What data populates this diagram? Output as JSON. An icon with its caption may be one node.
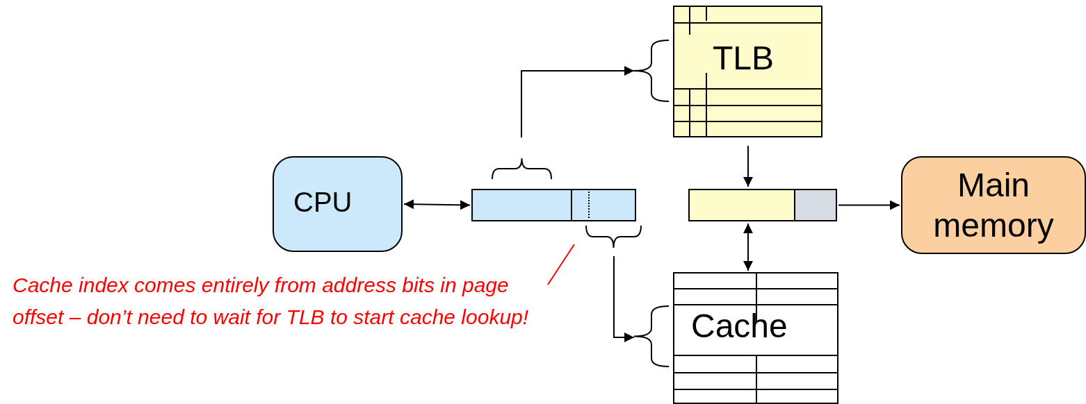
{
  "diagram": {
    "nodes": [
      {
        "text": [
          "TLB"
        ]
      },
      {
        "text": [
          "CPU"
        ]
      },
      {
        "text": [],
        "shape": "bar"
      },
      {
        "text": [],
        "shape": "bar"
      },
      {
        "text": [
          "Main memory"
        ]
      },
      {
        "text": [
          "Cache"
        ]
      },
      {
        "text": [
          "Cache index comes entirely from address bits in page offset – don’t need to wait for TLB to start cache lookup!"
        ]
      }
    ],
    "edges": [
      {
        "from": 1,
        "to": 2,
        "arrow": "both"
      },
      {
        "from": 2,
        "to": 0,
        "arrow": "to"
      },
      {
        "from": 2,
        "to": 5,
        "arrow": "to"
      },
      {
        "from": 0,
        "to": 3,
        "arrow": "to"
      },
      {
        "from": 3,
        "to": 5,
        "arrow": "both"
      },
      {
        "from": 3,
        "to": 4,
        "arrow": "to"
      },
      {
        "from": 6,
        "to": 2,
        "arrow": "none",
        "color": "#ff0000"
      }
    ]
  }
}
